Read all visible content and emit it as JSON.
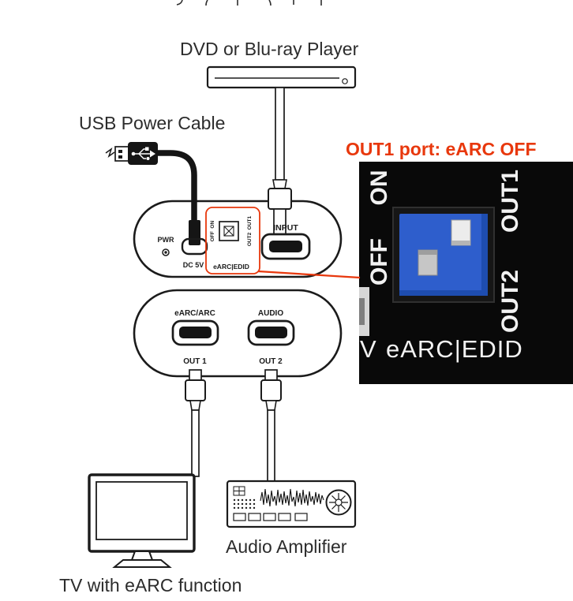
{
  "colors": {
    "accent_red": "#e8380d",
    "switch_blue": "#2e5ecc"
  },
  "labels": {
    "dvd_player": "DVD or Blu-ray Player",
    "usb_power_cable": "USB Power Cable",
    "callout": "OUT1 port: eARC OFF",
    "audio_amplifier": "Audio Amplifier",
    "tv": "TV with eARC function"
  },
  "extractor": {
    "pwr": "PWR",
    "dc_5v": "DC 5V",
    "dip_left_labels": "OFF  ON",
    "dip_right_labels": "OUT2  OUT1",
    "earc_edid": "eARC|EDID",
    "input": "INPUT"
  },
  "outputs": {
    "earc_arc": "eARC/ARC",
    "audio": "AUDIO",
    "out1": "OUT 1",
    "out2": "OUT 2"
  },
  "inset": {
    "on": "ON",
    "off": "OFF",
    "out1": "OUT1",
    "out2": "OUT2",
    "earc_edid": "eARC|EDID",
    "partial_v": "V"
  }
}
